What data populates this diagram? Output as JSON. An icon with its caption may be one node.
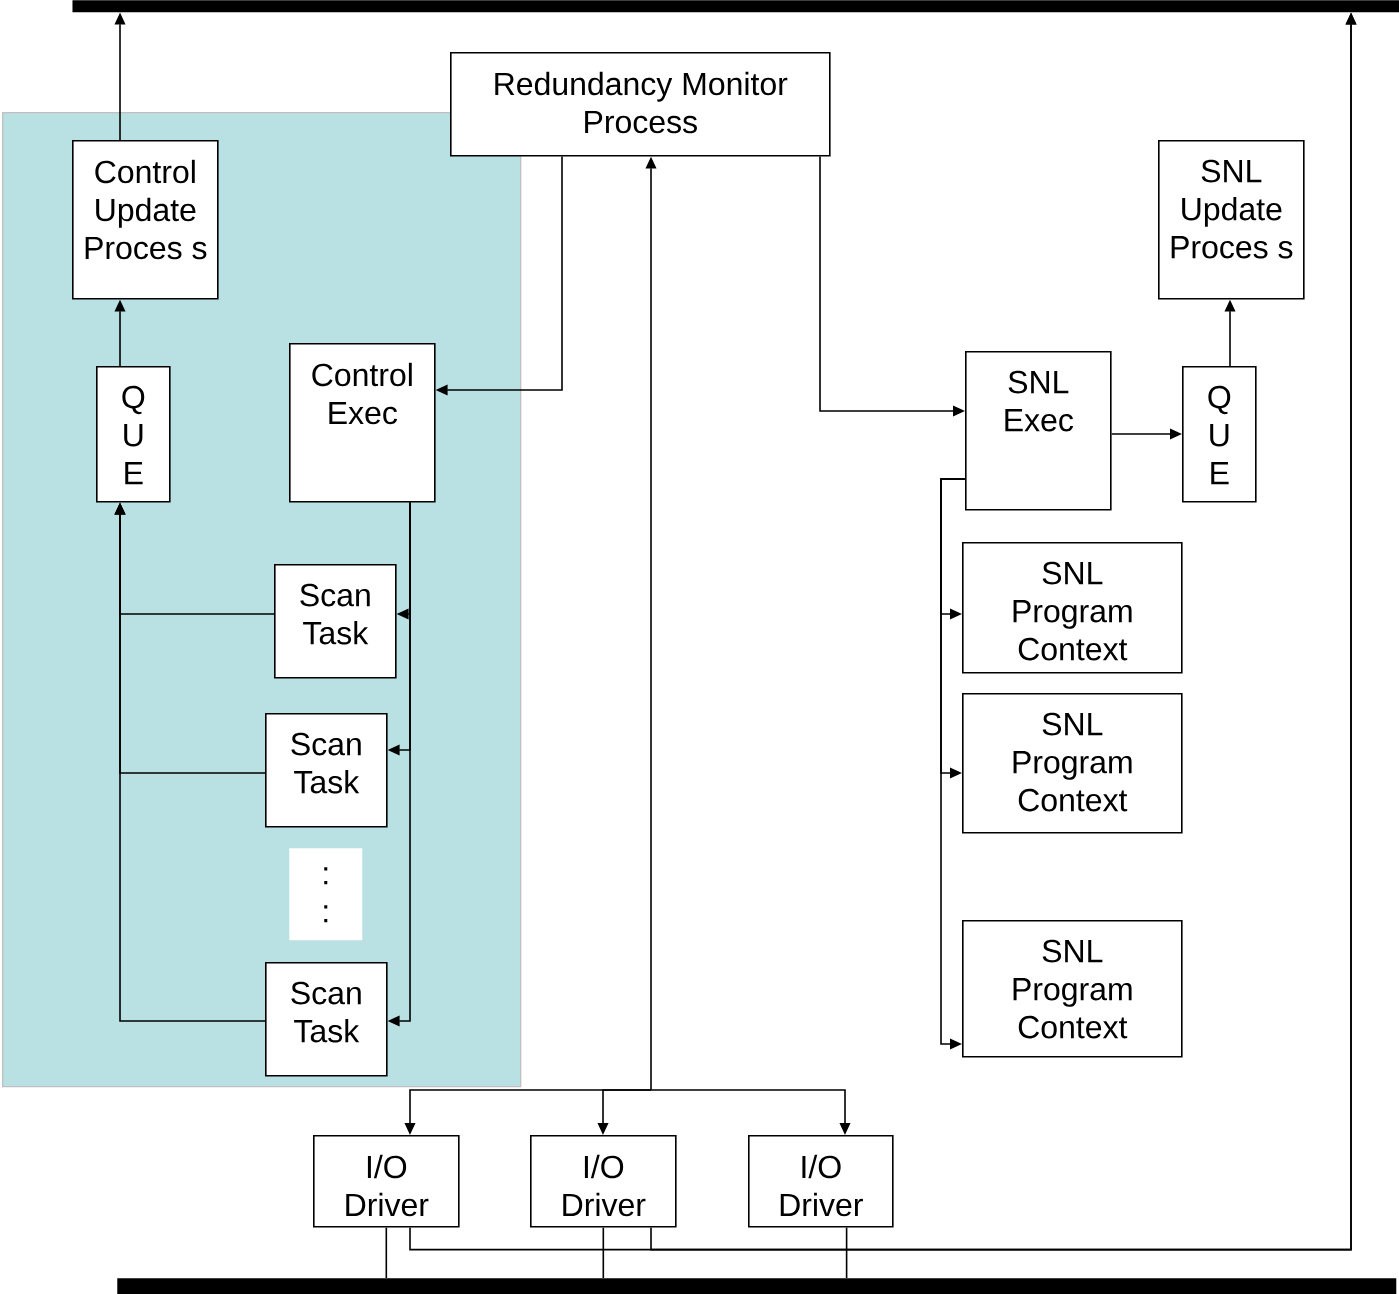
{
  "diagram": {
    "nodes": [
      {
        "text": [],
        "shape": "bar"
      },
      {
        "text": [],
        "shape": "box"
      },
      {
        "text": [
          "Control Update Proces s"
        ],
        "in": 1
      },
      {
        "text": [
          "Redundancy Monitor Process"
        ]
      },
      {
        "text": [
          "SNL Update Proces s"
        ]
      },
      {
        "text": [
          "Q U E"
        ],
        "in": 1
      },
      {
        "text": [
          "Control Exec"
        ],
        "in": 1
      },
      {
        "text": [
          "SNL Exec"
        ]
      },
      {
        "text": [
          "Q U E"
        ]
      },
      {
        "text": [
          "Scan Task"
        ],
        "in": 1
      },
      {
        "text": [
          "Scan Task"
        ],
        "in": 1
      },
      {
        "text": [
          "SNL Program Context"
        ]
      },
      {
        "text": [
          "SNL Program Context"
        ]
      },
      {
        "text": [
          ": :"
        ],
        "in": 1
      },
      {
        "text": [
          "Scan Task"
        ],
        "in": 1
      },
      {
        "text": [
          "SNL Program Context"
        ]
      },
      {
        "text": [
          "I/O Driver"
        ]
      },
      {
        "text": [
          "I/O Driver"
        ]
      },
      {
        "text": [
          "I/O Driver"
        ]
      },
      {
        "text": [],
        "shape": "bar"
      }
    ],
    "edges": [
      {
        "from": 2,
        "to": 0,
        "arrow": "to"
      },
      {
        "from": 5,
        "to": 2,
        "arrow": "to"
      },
      {
        "from": 9,
        "to": 5,
        "arrow": "to"
      },
      {
        "from": 10,
        "to": 5,
        "arrow": "to"
      },
      {
        "from": 14,
        "to": 5,
        "arrow": "to"
      },
      {
        "from": 3,
        "to": 6,
        "arrow": "to"
      },
      {
        "from": 6,
        "to": 9,
        "arrow": "to"
      },
      {
        "from": 6,
        "to": 10,
        "arrow": "to"
      },
      {
        "from": 6,
        "to": 14,
        "arrow": "to"
      },
      {
        "from": 3,
        "to": 7,
        "arrow": "to"
      },
      {
        "from": 7,
        "to": 8,
        "arrow": "to"
      },
      {
        "from": 8,
        "to": 4,
        "arrow": "to"
      },
      {
        "from": 7,
        "to": 11,
        "arrow": "to"
      },
      {
        "from": 7,
        "to": 12,
        "arrow": "to"
      },
      {
        "from": 7,
        "to": 15,
        "arrow": "to"
      },
      {
        "from": null,
        "to": 3,
        "arrow": "to"
      },
      {
        "from": null,
        "to": 16,
        "arrow": "to"
      },
      {
        "from": null,
        "to": 17,
        "arrow": "to"
      },
      {
        "from": null,
        "to": 18,
        "arrow": "to"
      },
      {
        "from": 16,
        "to": 0,
        "arrow": "to"
      },
      {
        "from": 17,
        "to": 0,
        "arrow": "to"
      },
      {
        "from": 16,
        "to": 19,
        "arrow": "none"
      },
      {
        "from": 17,
        "to": 19,
        "arrow": "none"
      },
      {
        "from": 18,
        "to": 19,
        "arrow": "none"
      }
    ]
  }
}
